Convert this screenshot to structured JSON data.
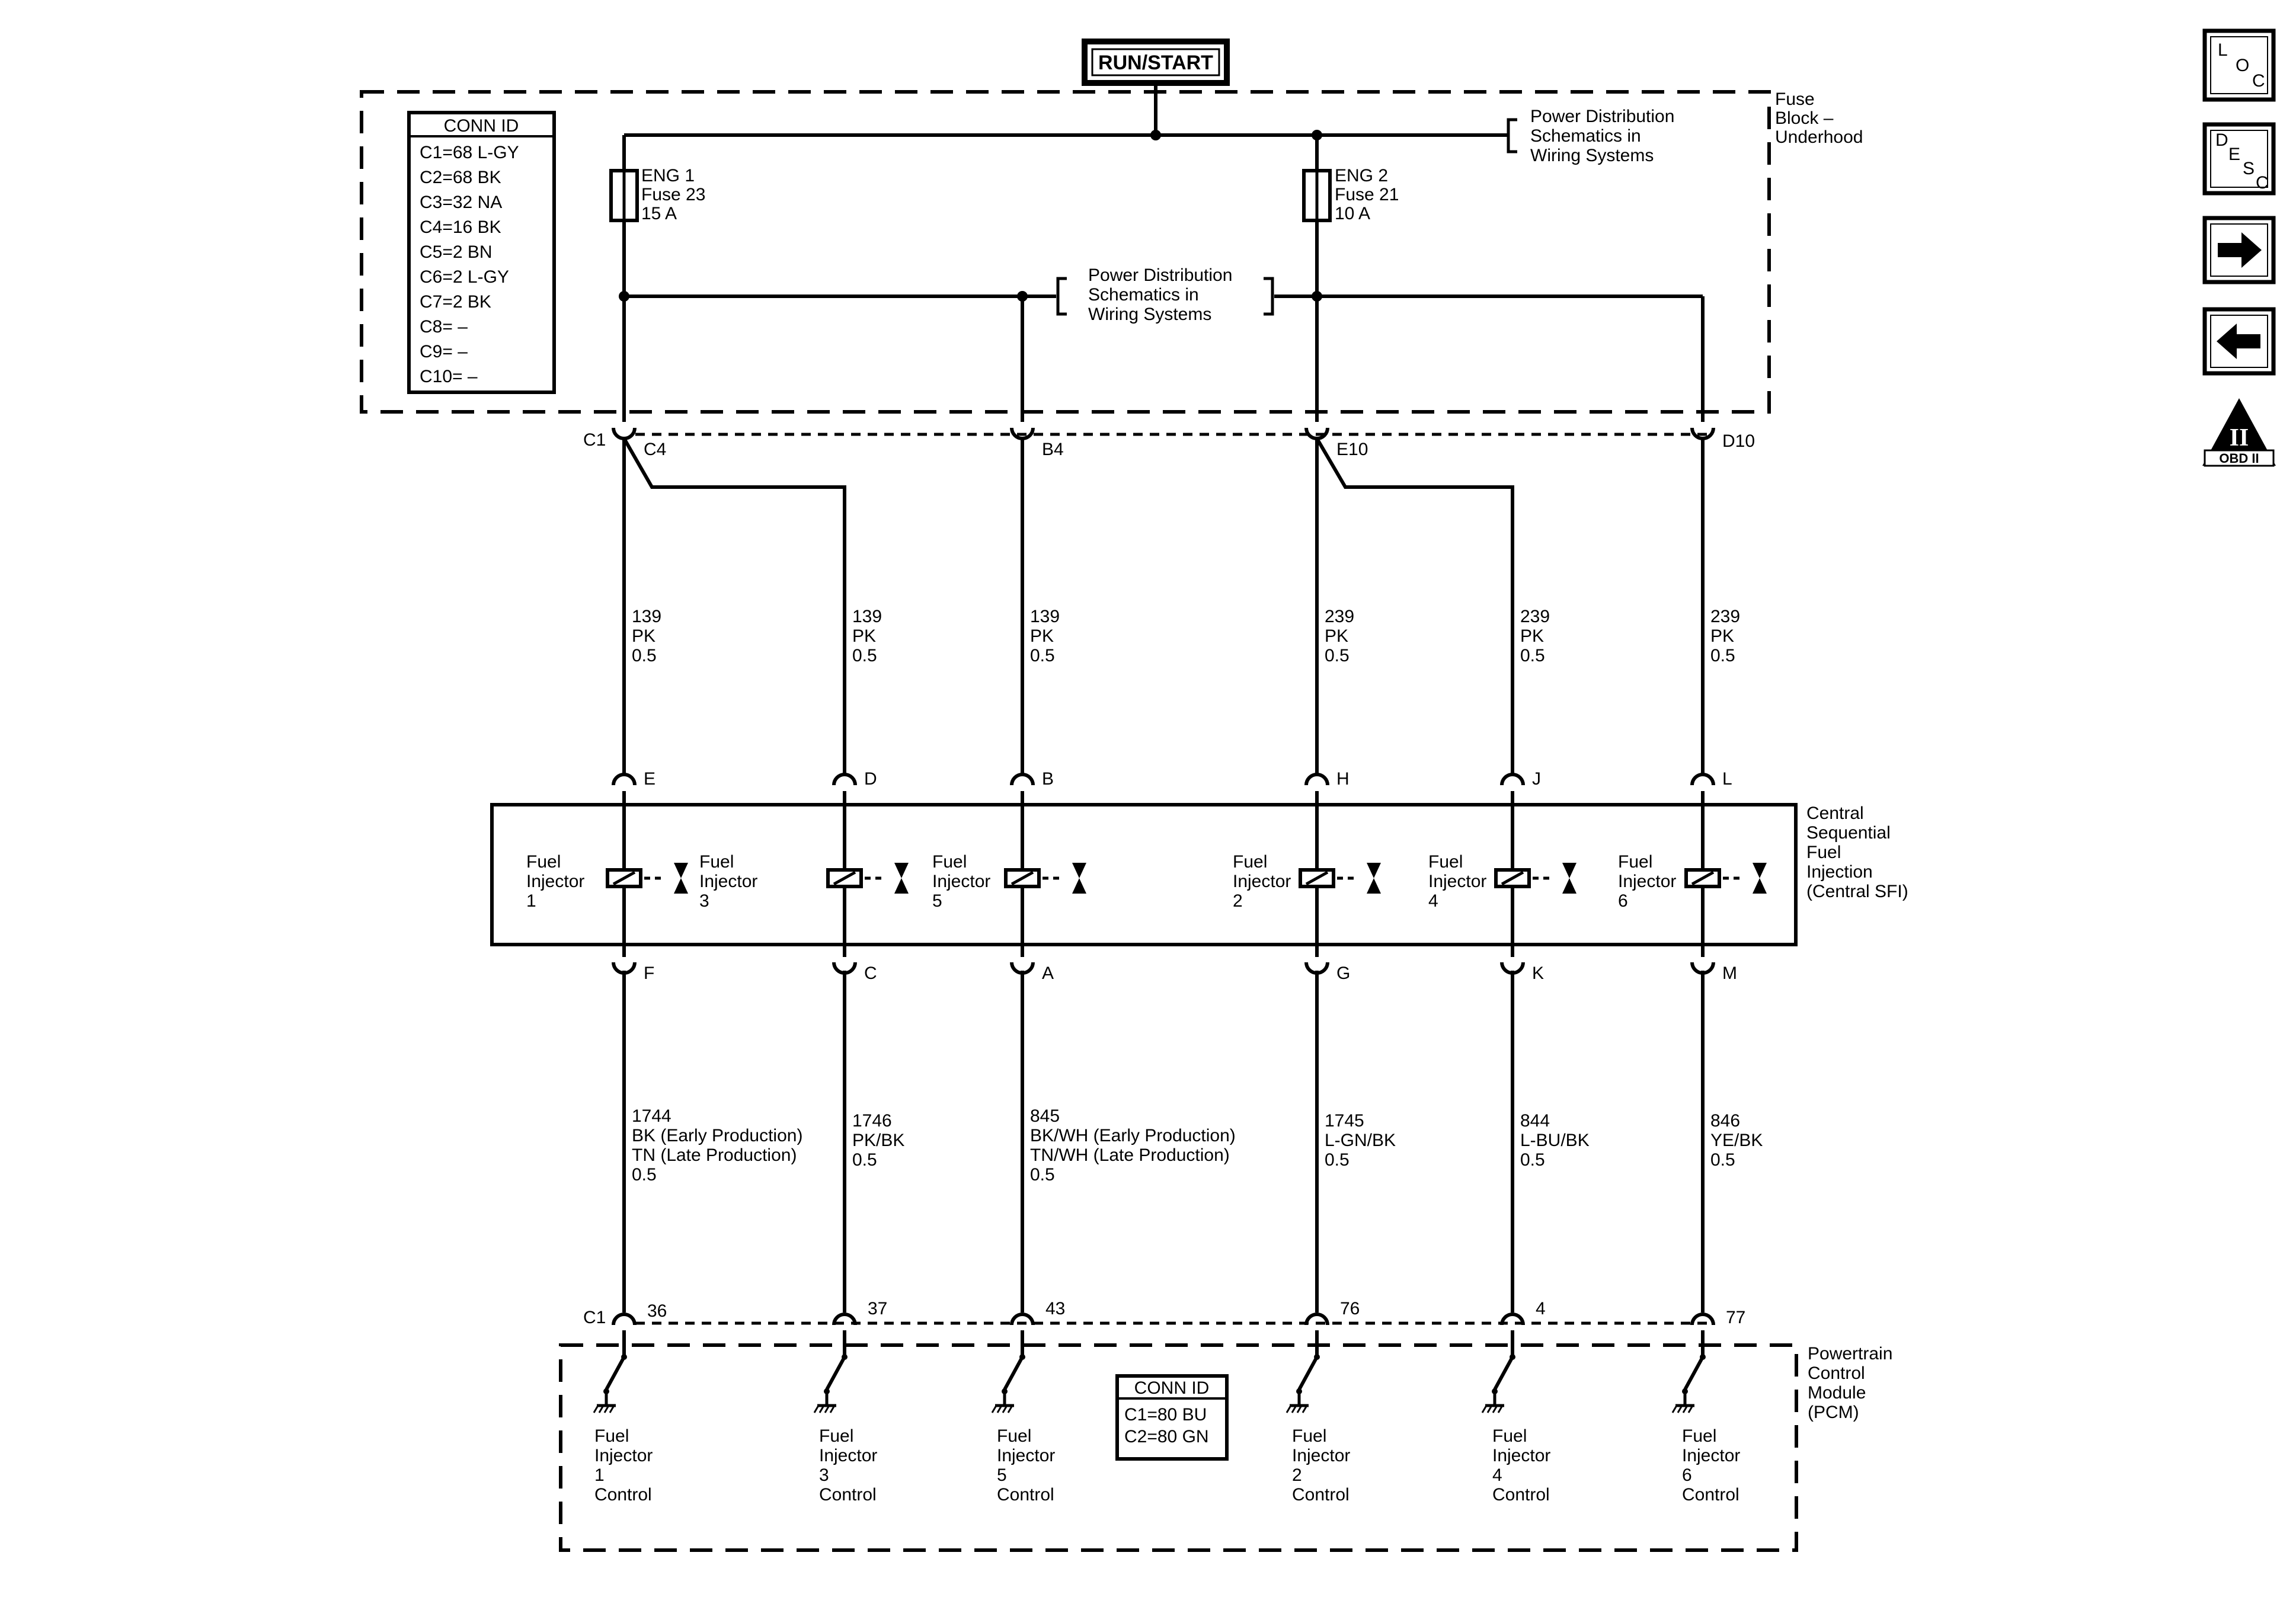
{
  "source": {
    "label": "RUN/START"
  },
  "fuse_block": {
    "title_lines": [
      "Fuse",
      "Block –",
      "Underhood"
    ],
    "conn_id_title": "CONN ID",
    "conn_ids": [
      "C1=68 L-GY",
      "C2=68 BK",
      "C3=32 NA",
      "C4=16 BK",
      "C5=2 BN",
      "C6=2 L-GY",
      "C7=2 BK",
      "C8= –",
      "C9= –",
      "C10= –"
    ],
    "fuses": [
      {
        "lines": [
          "ENG 1",
          "Fuse 23",
          "15 A"
        ]
      },
      {
        "lines": [
          "ENG 2",
          "Fuse 21",
          "10 A"
        ]
      }
    ],
    "power_ref_top": [
      "Power Distribution",
      "Schematics in",
      "Wiring Systems"
    ],
    "power_ref_mid": [
      "Power Distribution",
      "Schematics in",
      "Wiring Systems"
    ],
    "connector_name": "C1",
    "pins": [
      "C4",
      "B4",
      "E10",
      "D10"
    ]
  },
  "wires_upper": [
    {
      "circuit": "139",
      "color": "PK",
      "size": "0.5"
    },
    {
      "circuit": "139",
      "color": "PK",
      "size": "0.5"
    },
    {
      "circuit": "139",
      "color": "PK",
      "size": "0.5"
    },
    {
      "circuit": "239",
      "color": "PK",
      "size": "0.5"
    },
    {
      "circuit": "239",
      "color": "PK",
      "size": "0.5"
    },
    {
      "circuit": "239",
      "color": "PK",
      "size": "0.5"
    }
  ],
  "injector_module": {
    "title_lines": [
      "Central",
      "Sequential",
      "Fuel",
      "Injection",
      "(Central SFI)"
    ],
    "top_pins": [
      "E",
      "D",
      "B",
      "H",
      "J",
      "L"
    ],
    "bottom_pins": [
      "F",
      "C",
      "A",
      "G",
      "K",
      "M"
    ],
    "injectors": [
      {
        "lines": [
          "Fuel",
          "Injector",
          "1"
        ]
      },
      {
        "lines": [
          "Fuel",
          "Injector",
          "3"
        ]
      },
      {
        "lines": [
          "Fuel",
          "Injector",
          "5"
        ]
      },
      {
        "lines": [
          "Fuel",
          "Injector",
          "2"
        ]
      },
      {
        "lines": [
          "Fuel",
          "Injector",
          "4"
        ]
      },
      {
        "lines": [
          "Fuel",
          "Injector",
          "6"
        ]
      }
    ]
  },
  "wires_lower": [
    {
      "lines": [
        "1744",
        "BK (Early Production)",
        "TN (Late Production)",
        "0.5"
      ]
    },
    {
      "lines": [
        "1746",
        "PK/BK",
        "0.5"
      ]
    },
    {
      "lines": [
        "845",
        "BK/WH (Early Production)",
        "TN/WH (Late Production)",
        "0.5"
      ]
    },
    {
      "lines": [
        "1745",
        "L-GN/BK",
        "0.5"
      ]
    },
    {
      "lines": [
        "844",
        "L-BU/BK",
        "0.5"
      ]
    },
    {
      "lines": [
        "846",
        "YE/BK",
        "0.5"
      ]
    }
  ],
  "pcm": {
    "title_lines": [
      "Powertrain",
      "Control",
      "Module",
      "(PCM)"
    ],
    "connector_name": "C1",
    "pins": [
      "36",
      "37",
      "43",
      "76",
      "4",
      "77"
    ],
    "conn_id_title": "CONN ID",
    "conn_ids": [
      "C1=80 BU",
      "C2=80 GN"
    ],
    "controls": [
      {
        "lines": [
          "Fuel",
          "Injector",
          "1",
          "Control"
        ]
      },
      {
        "lines": [
          "Fuel",
          "Injector",
          "3",
          "Control"
        ]
      },
      {
        "lines": [
          "Fuel",
          "Injector",
          "5",
          "Control"
        ]
      },
      {
        "lines": [
          "Fuel",
          "Injector",
          "2",
          "Control"
        ]
      },
      {
        "lines": [
          "Fuel",
          "Injector",
          "4",
          "Control"
        ]
      },
      {
        "lines": [
          "Fuel",
          "Injector",
          "6",
          "Control"
        ]
      }
    ]
  },
  "nav": {
    "loc": [
      "L",
      "O",
      "C"
    ],
    "desc": [
      "D",
      "E",
      "S",
      "C"
    ],
    "obd_numeral": "II",
    "obd_label": "OBD II"
  }
}
